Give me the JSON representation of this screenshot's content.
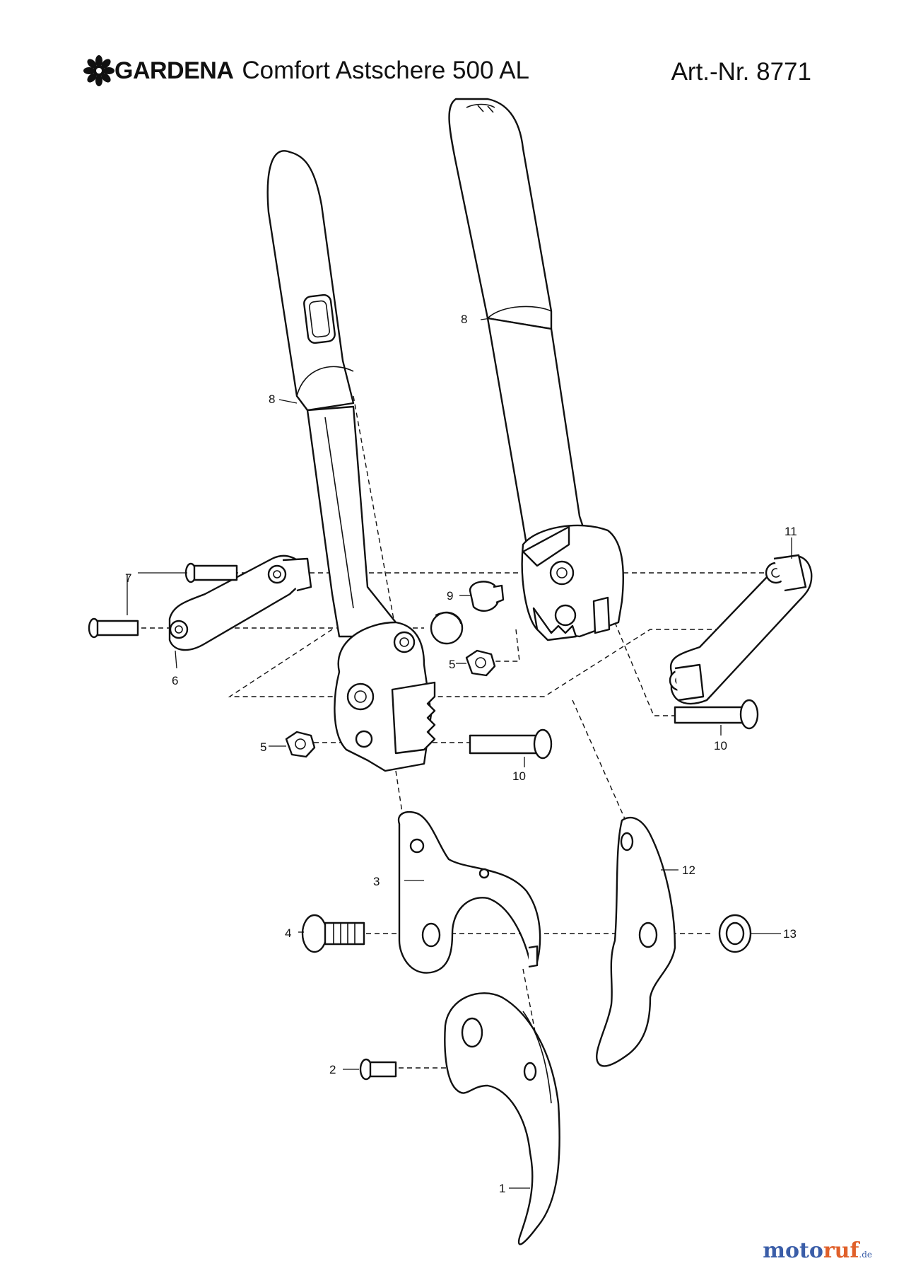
{
  "header": {
    "brand": "GARDENA",
    "product": "Comfort Astschere 500 AL",
    "article": "Art.-Nr. 8771"
  },
  "watermark": {
    "part1": "moto",
    "part2": "ruf",
    "part3": ".de"
  },
  "labels": {
    "l1": "1",
    "l2": "2",
    "l3": "3",
    "l4": "4",
    "l5a": "5",
    "l5b": "5",
    "l6": "6",
    "l7": "7",
    "l8a": "8",
    "l8b": "8",
    "l9": "9",
    "l10a": "10",
    "l10b": "10",
    "l11": "11",
    "l12": "12",
    "l13": "13"
  },
  "colors": {
    "line": "#111111",
    "watermark_blue": "#3a5da8",
    "watermark_orange": "#e0602a"
  }
}
